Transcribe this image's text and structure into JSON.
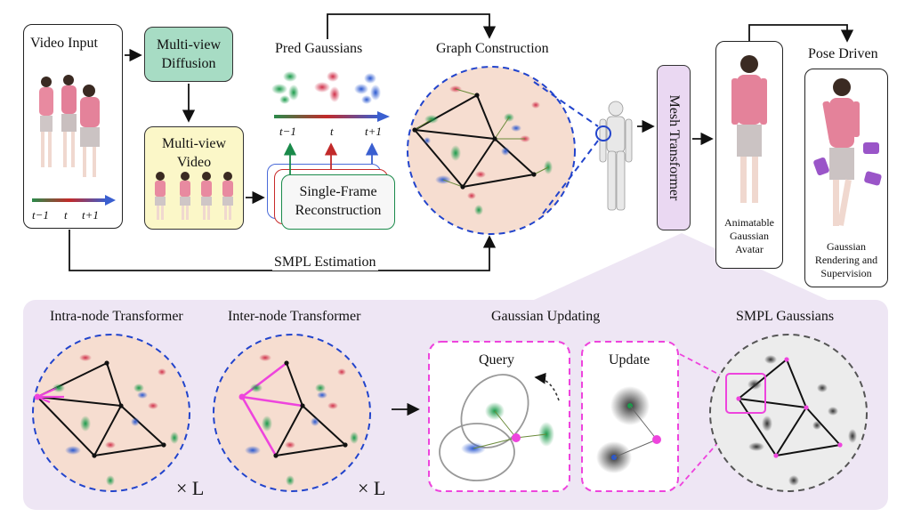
{
  "video_input": {
    "label": "Video Input",
    "ticks": [
      "t−1",
      "t",
      "t+1"
    ]
  },
  "multiview_diffusion": {
    "label_line1": "Multi-view",
    "label_line2": "Diffusion"
  },
  "multiview_video": {
    "label_line1": "Multi-view",
    "label_line2": "Video"
  },
  "pred_gaussians": {
    "label": "Pred Gaussians",
    "ticks": [
      "t−1",
      "t",
      "t+1"
    ]
  },
  "single_frame": {
    "label_line1": "Single-Frame",
    "label_line2": "Reconstruction"
  },
  "graph_construction": {
    "label": "Graph Construction"
  },
  "smpl_estimation": {
    "label": "SMPL Estimation"
  },
  "mesh_transformer": {
    "label": "Mesh Transformer"
  },
  "avatar": {
    "line1": "Animatable",
    "line2": "Gaussian",
    "line3": "Avatar"
  },
  "pose_driven": {
    "label": "Pose Driven",
    "line1": "Gaussian",
    "line2": "Rendering and",
    "line3": "Supervision"
  },
  "bottom": {
    "intra_node": "Intra-node Transformer",
    "inter_node": "Inter-node Transformer",
    "times_l": "× L",
    "gaussian_updating": "Gaussian Updating",
    "query": "Query",
    "update": "Update",
    "smpl_gaussians": "SMPL Gaussians"
  },
  "colors": {
    "accent_magenta": "#ee44dd",
    "dashed_blue": "#2244cc",
    "diffusion_green": "#a7dcc4",
    "video_yellow": "#fbf7c8",
    "mesh_lilac": "#ead8f2",
    "panel_lilac": "#eee6f4",
    "circle_peach": "#f6ddd0"
  }
}
